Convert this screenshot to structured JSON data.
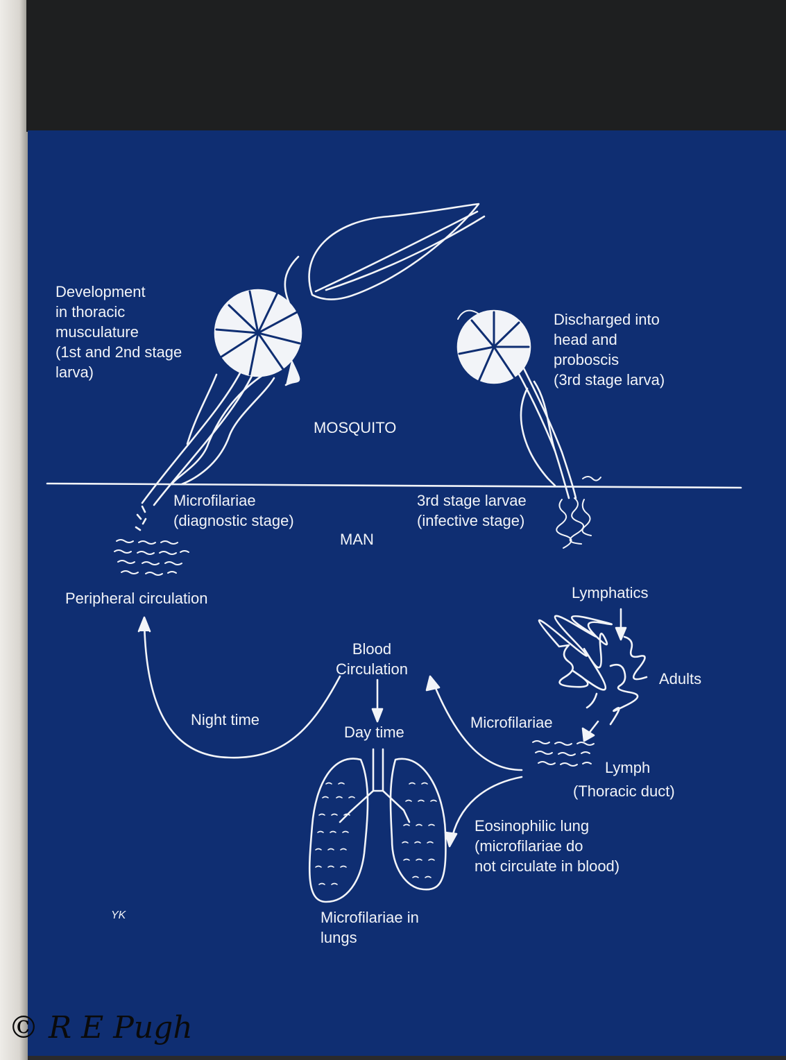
{
  "labels": {
    "development": [
      "Development",
      "in thoracic",
      "musculature",
      "(1st and 2nd stage",
      "larva)"
    ],
    "discharged": [
      "Discharged into",
      "head and",
      "proboscis",
      "(3rd stage larva)"
    ],
    "mosquito": "MOSQUITO",
    "man": "MAN",
    "microfilariae_diag": [
      "Microfilariae",
      "(diagnostic stage)"
    ],
    "third_stage": [
      "3rd stage larvae",
      "(infective stage)"
    ],
    "peripheral": "Peripheral circulation",
    "lymphatics": "Lymphatics",
    "adults": "Adults",
    "blood_circ": [
      "Blood",
      "Circulation"
    ],
    "night_time": "Night time",
    "day_time": "Day time",
    "microfilariae_mid": "Microfilariae",
    "lymph": "Lymph",
    "thoracic_duct": "(Thoracic duct)",
    "eosinophilic": [
      "Eosinophilic lung",
      "(microfilariae do",
      "not circulate in blood)"
    ],
    "lungs": [
      "Microfilariae in",
      "lungs"
    ],
    "artist_initials": "YK"
  },
  "watermark": "© R E Pugh",
  "colors": {
    "panel": "#0f2e72",
    "line": "#f2f4f8",
    "frame_dark": "#1e1f20"
  }
}
